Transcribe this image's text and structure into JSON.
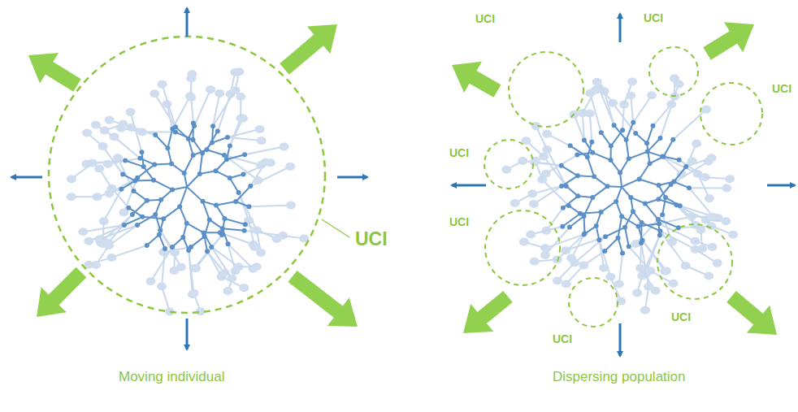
{
  "diagram": {
    "labels": [
      "UCI",
      "Moving individual",
      "UCI",
      "UCI",
      "UCI",
      "UCI",
      "UCI",
      "UCI",
      "UCI",
      "Dispersing population"
    ]
  }
}
